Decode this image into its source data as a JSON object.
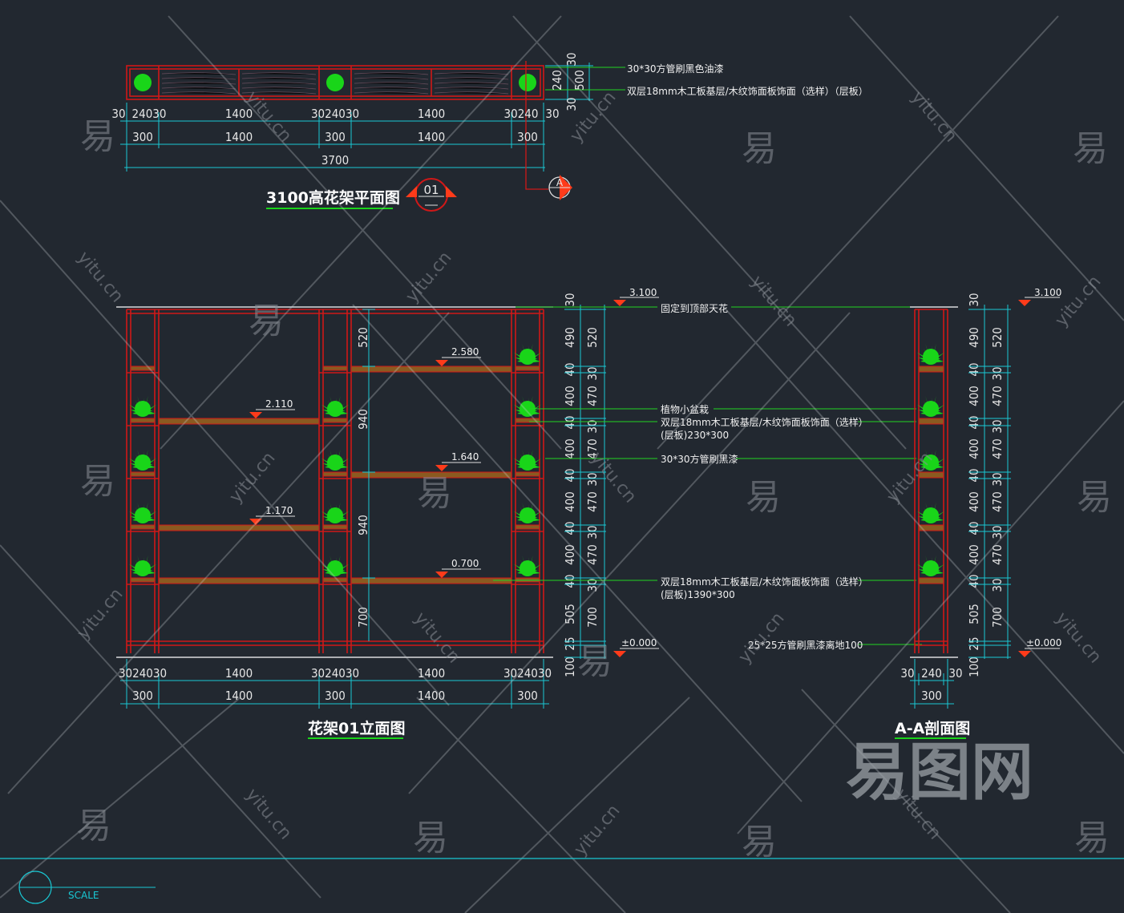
{
  "plan": {
    "title": "3100高花架平面图",
    "callout": "01",
    "section_marker": "A",
    "notes": [
      "30*30方管刷黑色油漆",
      "双层18mm木工板基层/木纹饰面板饰面（选样）（层板）"
    ],
    "dims_top": [
      "30",
      "24030",
      "1400",
      "3024030",
      "1400",
      "30240",
      "30"
    ],
    "dims_mid": [
      "300",
      "1400",
      "300",
      "1400",
      "300"
    ],
    "dims_total": "3700",
    "dims_right": [
      "30",
      "240",
      "500",
      "30"
    ]
  },
  "elevation": {
    "title": "花架01立面图",
    "levels": [
      "3.100",
      "2.580",
      "2.110",
      "1.640",
      "1.170",
      "0.700",
      "±0.000"
    ],
    "inner_dims": [
      "520",
      "940",
      "940",
      "700"
    ],
    "dims_col1": [
      "30",
      "490",
      "40",
      "400",
      "40",
      "400",
      "40",
      "400",
      "40",
      "400",
      "40",
      "505",
      "25",
      "100"
    ],
    "dims_col2": [
      "520",
      "30",
      "470",
      "30",
      "470",
      "30",
      "470",
      "30",
      "470",
      "30",
      "700"
    ],
    "dims_bottom_top": [
      "3024030",
      "1400",
      "3024030",
      "1400",
      "3024030"
    ],
    "dims_bottom": [
      "300",
      "1400",
      "300",
      "1400",
      "300"
    ],
    "notes": [
      "固定到顶部天花",
      "植物小盆栽",
      "双层18mm木工板基层/木纹饰面板饰面（选样）",
      "(层板)230*300",
      "30*30方管刷黑漆",
      "双层18mm木工板基层/木纹饰面板饰面（选样）",
      "(层板)1390*300",
      "25*25方管刷黑漆离地100"
    ]
  },
  "section": {
    "title": "A-A剖面图",
    "levels": [
      "3.100",
      "±0.000"
    ],
    "dims_col1": [
      "30",
      "490",
      "40",
      "400",
      "40",
      "400",
      "40",
      "400",
      "40",
      "400",
      "40",
      "505",
      "25",
      "100"
    ],
    "dims_col2": [
      "520",
      "30",
      "470",
      "30",
      "470",
      "30",
      "470",
      "30",
      "470",
      "30",
      "700"
    ],
    "dims_bottom_top": [
      "30",
      "240",
      "30"
    ],
    "dims_bottom": "300"
  },
  "scale_label": "SCALE",
  "watermark": {
    "brand": "易图网",
    "glyph": "易",
    "url": "yitu.cn"
  },
  "colors": {
    "bg": "#222830",
    "frame": "#d01818",
    "dim": "#19c8d4",
    "leader": "#22d322",
    "plant": "#19d519",
    "shelf": "#8a5a20",
    "marker": "#ff3b1a"
  }
}
